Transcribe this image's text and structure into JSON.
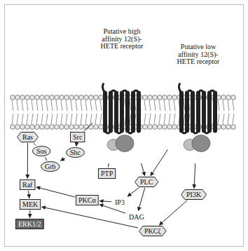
{
  "diagram": {
    "nodes": [
      {
        "text": [
          "Putative high affinity 12(S)-HETE receptor"
        ]
      },
      {
        "text": [
          "Putative low affinity 12(S)-HETE receptor"
        ]
      },
      {
        "text": [
          "Ras"
        ]
      },
      {
        "text": [
          "Src"
        ]
      },
      {
        "text": [
          "Sos"
        ]
      },
      {
        "text": [
          "Shc"
        ]
      },
      {
        "text": [
          "Grb"
        ]
      },
      {
        "text": [
          "PTP"
        ]
      },
      {
        "text": [
          "PLC"
        ]
      },
      {
        "text": [
          "Raf"
        ]
      },
      {
        "text": [
          "PKCα"
        ]
      },
      {
        "text": [
          "IP3"
        ]
      },
      {
        "text": [
          "DAG"
        ]
      },
      {
        "text": [
          "PI3K"
        ]
      },
      {
        "text": [
          "MEK"
        ]
      },
      {
        "text": [
          "PKCζ"
        ]
      },
      {
        "text": [
          "ERK1/2"
        ]
      }
    ],
    "edges": [
      {
        "from": 2,
        "to": 9,
        "arrow": "to"
      },
      {
        "from": 4,
        "to": 2,
        "arrow": "none"
      },
      {
        "from": 6,
        "to": 4,
        "arrow": "none"
      },
      {
        "from": 5,
        "to": 6,
        "arrow": "to"
      },
      {
        "from": 3,
        "to": 5,
        "arrow": "to"
      },
      {
        "from": 0,
        "to": 3,
        "arrow": "none"
      },
      {
        "from": 0,
        "to": 7,
        "arrow": "none"
      },
      {
        "from": 0,
        "to": 8,
        "arrow": "to"
      },
      {
        "from": 1,
        "to": 8,
        "arrow": "to"
      },
      {
        "from": 1,
        "to": 13,
        "arrow": "to"
      },
      {
        "from": 8,
        "to": 11,
        "arrow": "to"
      },
      {
        "from": 8,
        "to": 12,
        "arrow": "to"
      },
      {
        "from": 11,
        "to": 10,
        "arrow": "to"
      },
      {
        "from": 12,
        "to": 10,
        "arrow": "to"
      },
      {
        "from": 10,
        "to": 9,
        "arrow": "to"
      },
      {
        "from": 9,
        "to": 14,
        "arrow": "to"
      },
      {
        "from": 14,
        "to": 16,
        "arrow": "to"
      },
      {
        "from": 13,
        "to": 15,
        "arrow": "to"
      },
      {
        "from": 15,
        "to": 14,
        "arrow": "to"
      }
    ]
  }
}
